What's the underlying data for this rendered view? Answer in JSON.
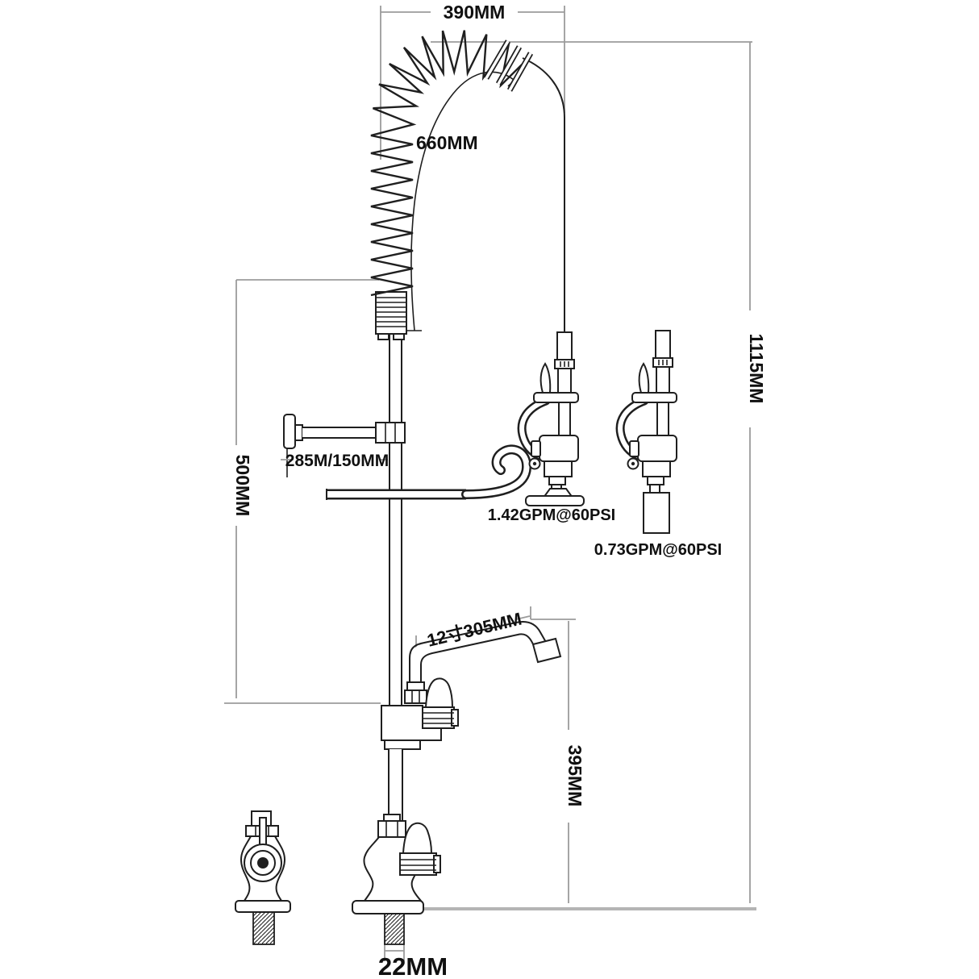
{
  "diagram": {
    "type": "technical-dimension-drawing",
    "subject": "pre-rinse-faucet-unit",
    "dimensions": {
      "top_span": "390MM",
      "hose_length": "660MM",
      "overall_height": "1115MM",
      "upper_section": "500MM",
      "wall_bracket": "285M/150MM",
      "spout_length": "12寸305MM",
      "spout_height": "395MM",
      "inlet_thread": "22MM"
    },
    "flow_ratings": {
      "spray_head": "1.42GPM@60PSI",
      "low_flow_nozzle": "0.73GPM@60PSI"
    },
    "colors": {
      "part_line": "#1f1f1f",
      "dimension_line": "#9b9b9b",
      "deck_line": "#b4b4b4",
      "label_text": "#101010",
      "background": "#ffffff"
    }
  }
}
